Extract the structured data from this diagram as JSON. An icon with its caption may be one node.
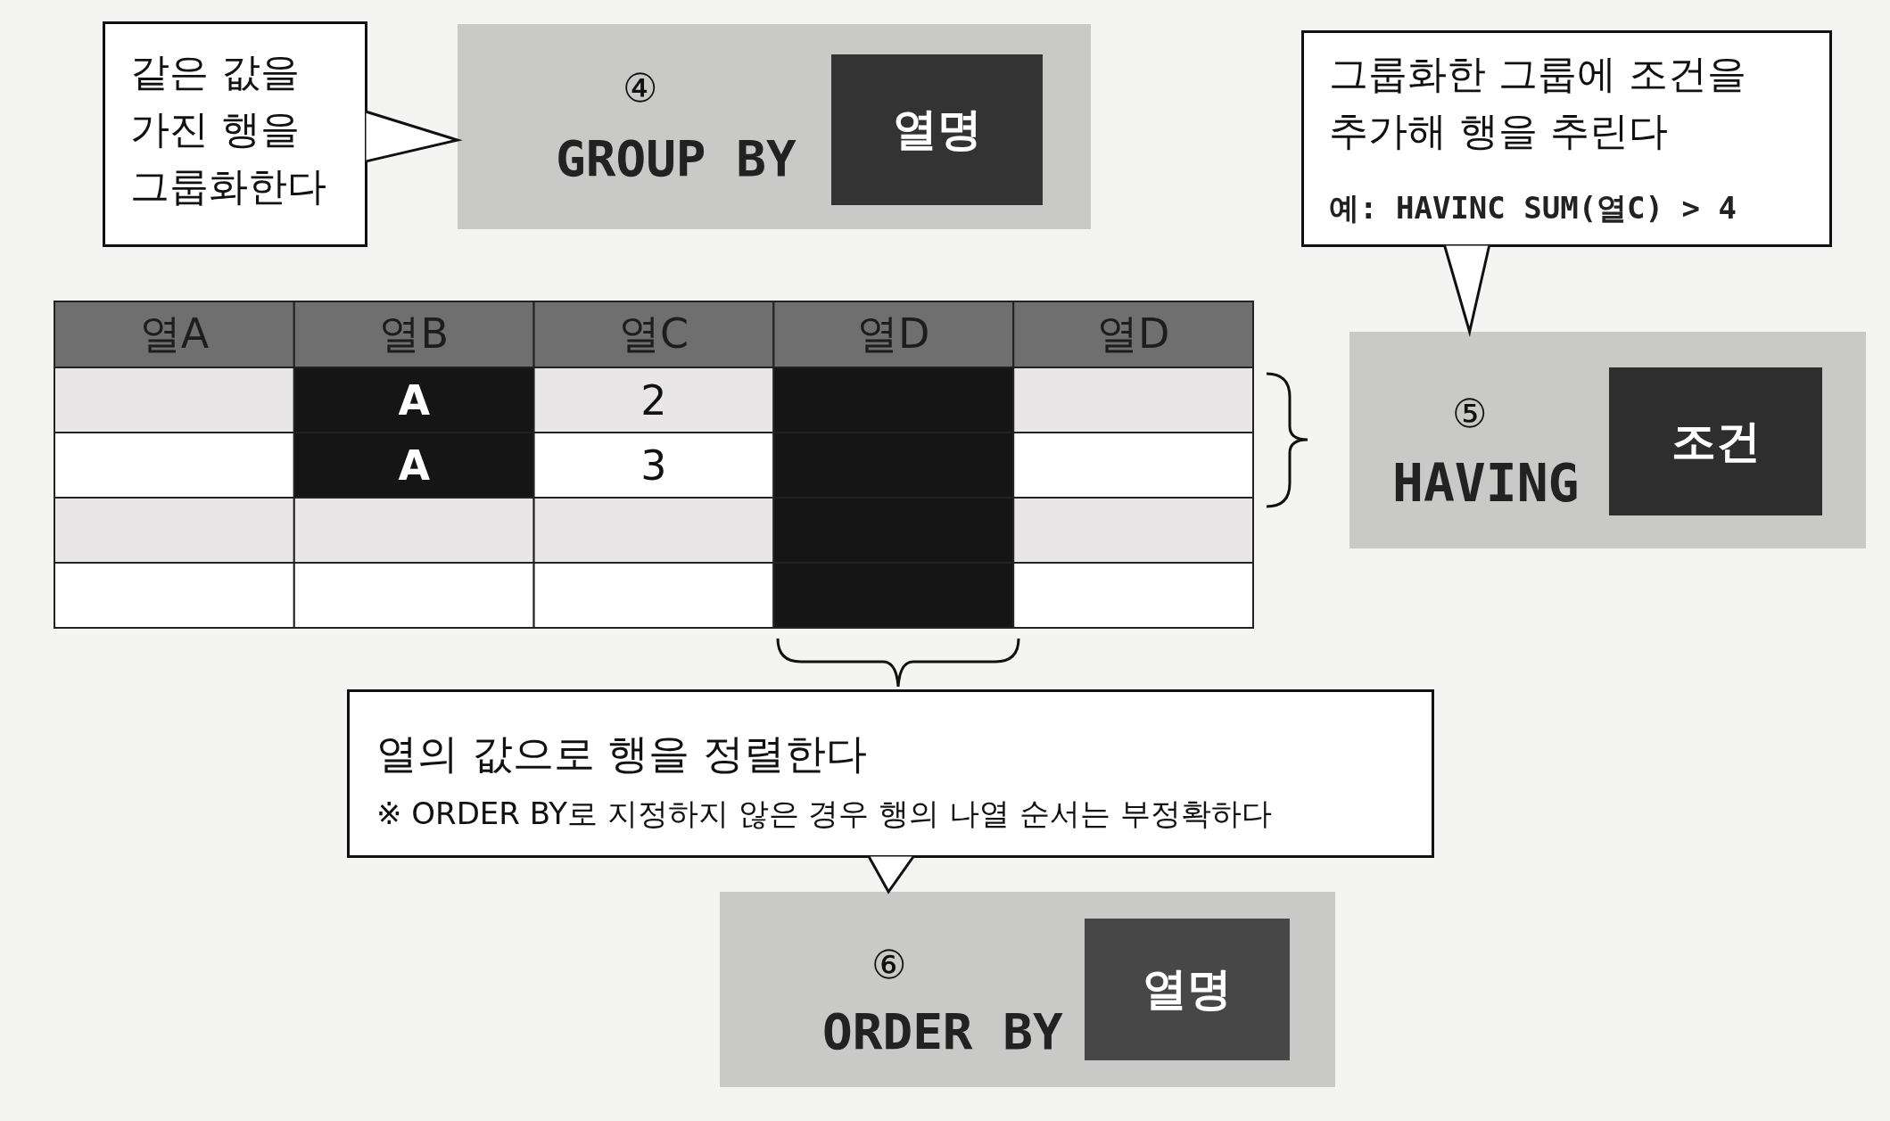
{
  "diagram": {
    "nodes": [
      {
        "text": [
          "같은 값을 가진 행을 그룹화한다"
        ]
      },
      {
        "text": [
          "④",
          "GROUP BY"
        ]
      },
      {
        "text": [
          "열명"
        ],
        "in": 1
      },
      {
        "text": [
          "그룹화한 그룹에 조건을 추가해 행을 추린다",
          "예: HAVINC SUM(열C) > 4"
        ]
      },
      {
        "text": [
          "⑤",
          "HAVING"
        ]
      },
      {
        "text": [
          "조건"
        ],
        "in": 4
      },
      {
        "text": [
          "열의 값으로 행을 정렬한다",
          "※ ORDER BY로 지정하지 않은 경우 행의 나열 순서는 부정확하다"
        ]
      },
      {
        "text": [
          "⑥",
          "ORDER BY"
        ]
      },
      {
        "text": [
          "열명"
        ],
        "in": 7
      }
    ],
    "edges": [
      {
        "from": 0,
        "to": 1,
        "arrow": "to"
      },
      {
        "from": 3,
        "to": 4,
        "arrow": "to"
      },
      {
        "from": 6,
        "to": 7,
        "arrow": "to"
      }
    ],
    "labels": [
      "열A",
      "열B",
      "열C",
      "열D",
      "열D",
      "A",
      "2",
      "A",
      "3"
    ]
  }
}
